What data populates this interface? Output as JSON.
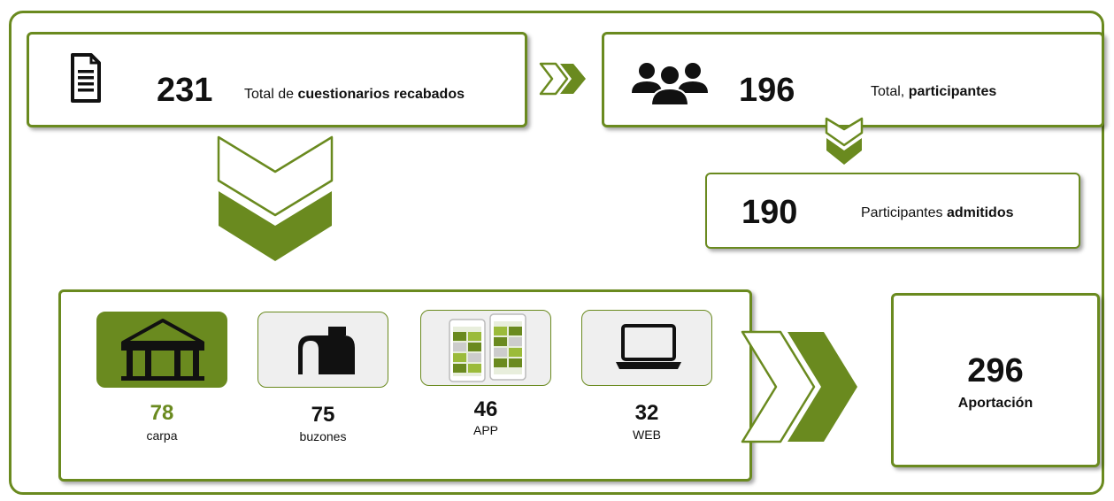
{
  "colors": {
    "accent": "#6a8a1f",
    "tile_bg": "#efefef",
    "text": "#111111"
  },
  "cuestionarios": {
    "value": "231",
    "label_prefix": "Total de ",
    "label_bold": "cuestionarios recabados",
    "icon": "document-icon"
  },
  "participantes": {
    "value": "196",
    "label_prefix": "Total, ",
    "label_bold": "participantes",
    "icon": "people-group-icon"
  },
  "admitidos": {
    "value": "190",
    "label_prefix": "Participantes ",
    "label_bold": "admitidos"
  },
  "channels": [
    {
      "value": "78",
      "label": "carpa",
      "icon": "tent-icon"
    },
    {
      "value": "75",
      "label": "buzones",
      "icon": "mailbox-icon"
    },
    {
      "value": "46",
      "label": "APP",
      "icon": "phone-app-icon"
    },
    {
      "value": "32",
      "label": "WEB",
      "icon": "laptop-icon"
    }
  ],
  "aportacion": {
    "value": "296",
    "label": "Aportación"
  }
}
